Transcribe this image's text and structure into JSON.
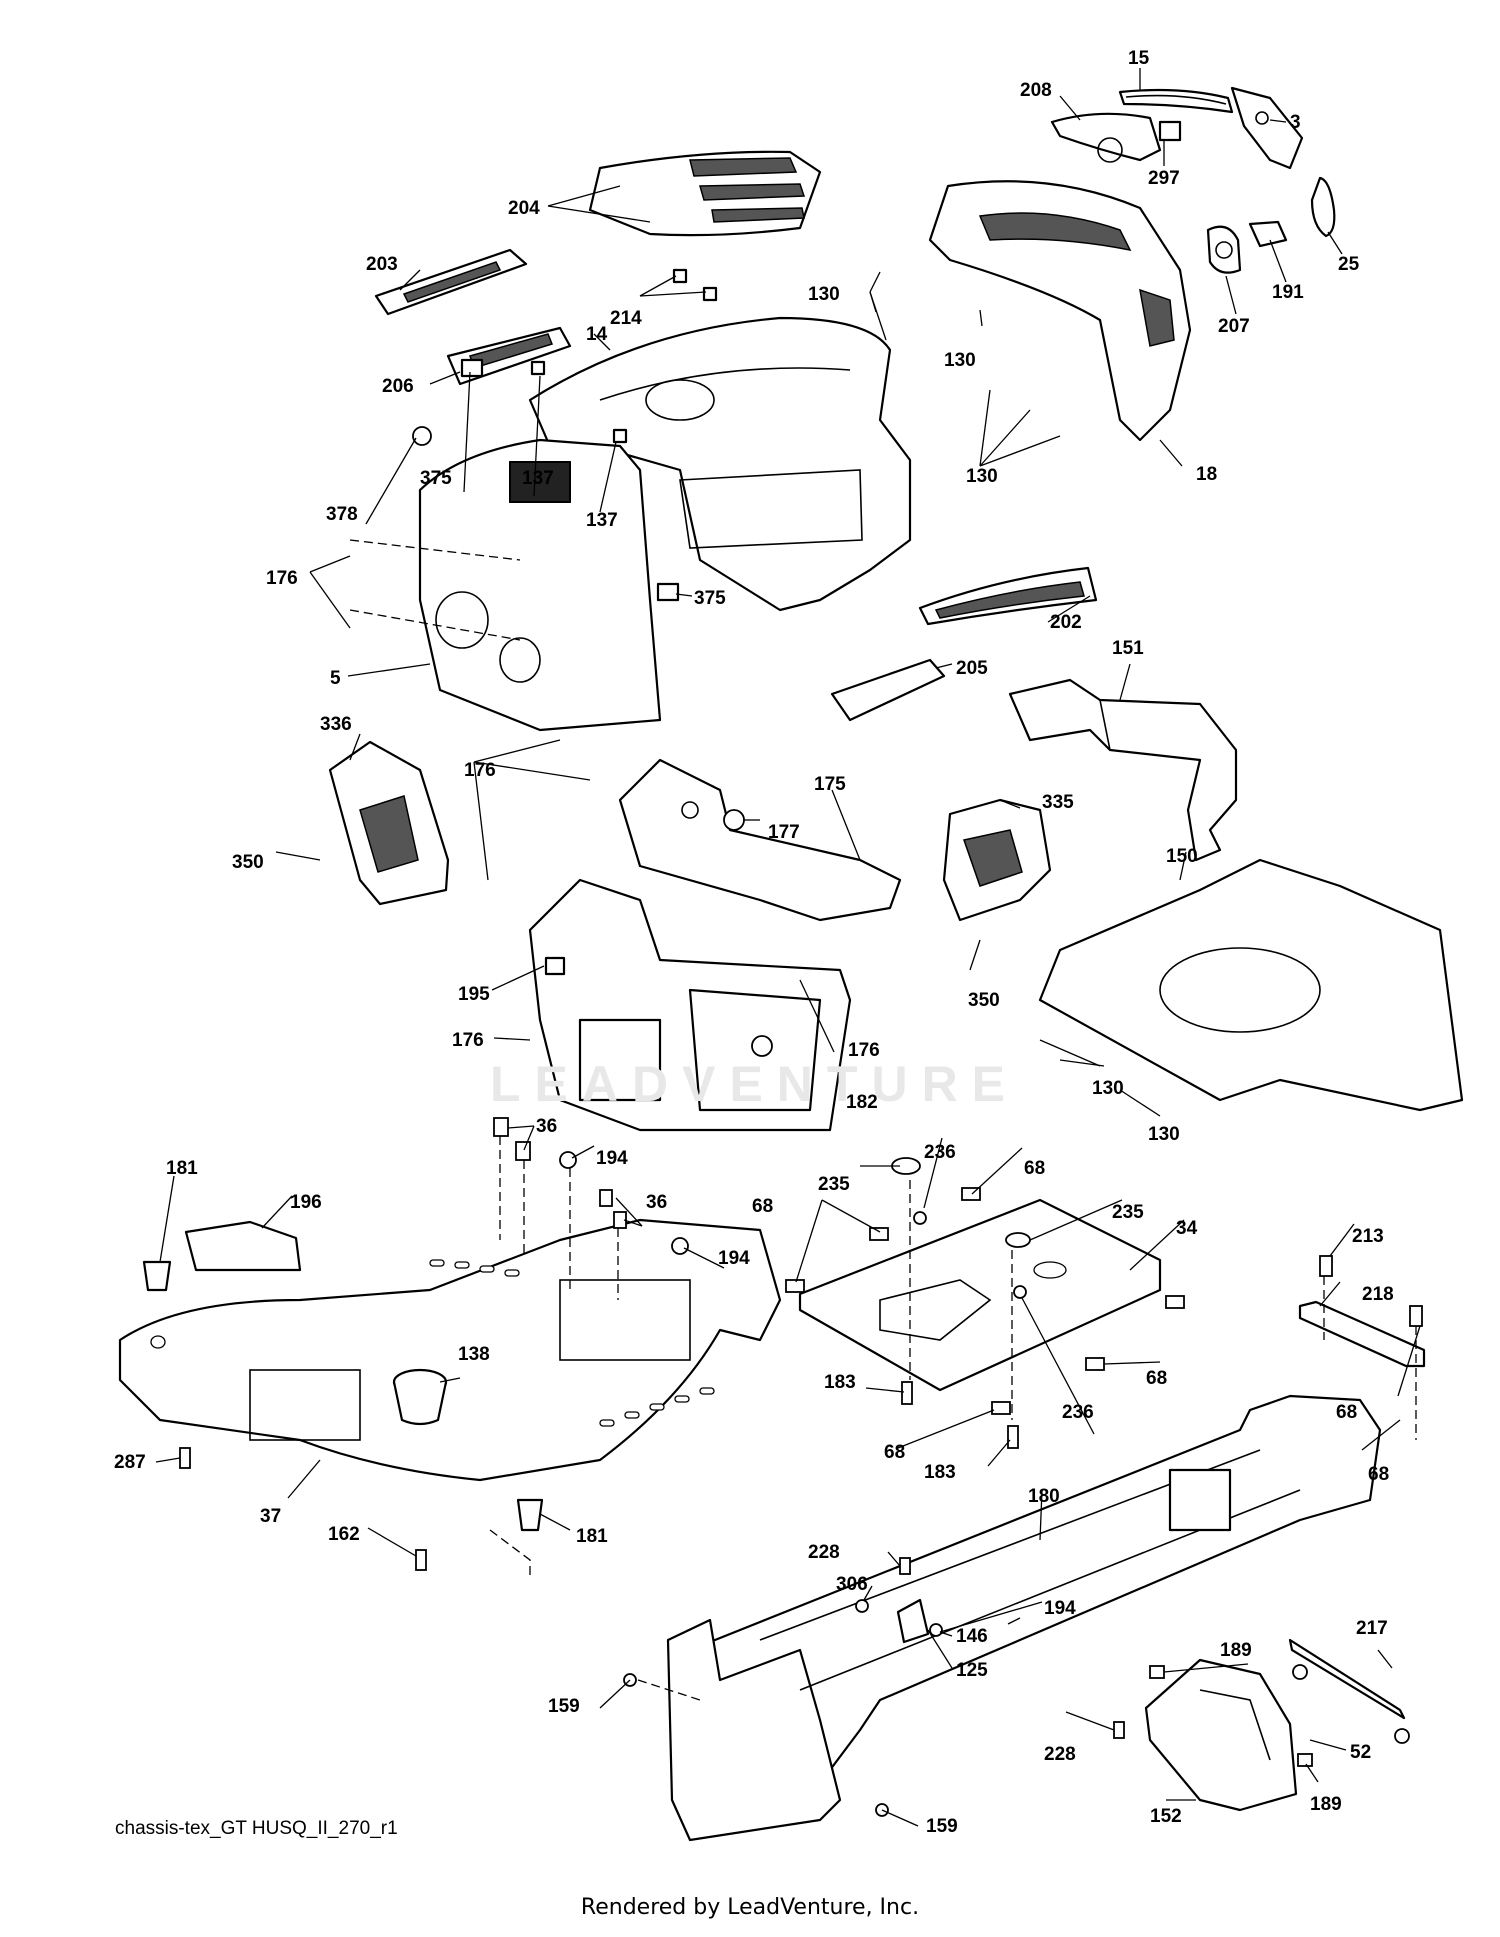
{
  "diagram_code": "chassis-tex_GT HUSQ_II_270_r1",
  "credit": "Rendered by LeadVenture, Inc.",
  "watermark": "LEADVENTURE",
  "callouts": {
    "c15": "15",
    "c208": "208",
    "c3": "3",
    "c297": "297",
    "c204": "204",
    "c25": "25",
    "c191": "191",
    "c207": "207",
    "c203": "203",
    "c130": "130",
    "c214": "214",
    "c14": "14",
    "c206": "206",
    "c18": "18",
    "c375": "375",
    "c137": "137",
    "c378": "378",
    "c176": "176",
    "c5": "5",
    "c202": "202",
    "c205": "205",
    "c151": "151",
    "c336": "336",
    "c175": "175",
    "c177": "177",
    "c335": "335",
    "c150": "150",
    "c350": "350",
    "c195": "195",
    "c182": "182",
    "c36": "36",
    "c194": "194",
    "c236": "236",
    "c68": "68",
    "c181": "181",
    "c196": "196",
    "c235": "235",
    "c34": "34",
    "c213": "213",
    "c218": "218",
    "c138": "138",
    "c183": "183",
    "c287": "287",
    "c37": "37",
    "c162": "162",
    "c180": "180",
    "c228": "228",
    "c306": "306",
    "c146": "146",
    "c125": "125",
    "c189": "189",
    "c217": "217",
    "c159": "159",
    "c52": "52",
    "c152": "152"
  }
}
